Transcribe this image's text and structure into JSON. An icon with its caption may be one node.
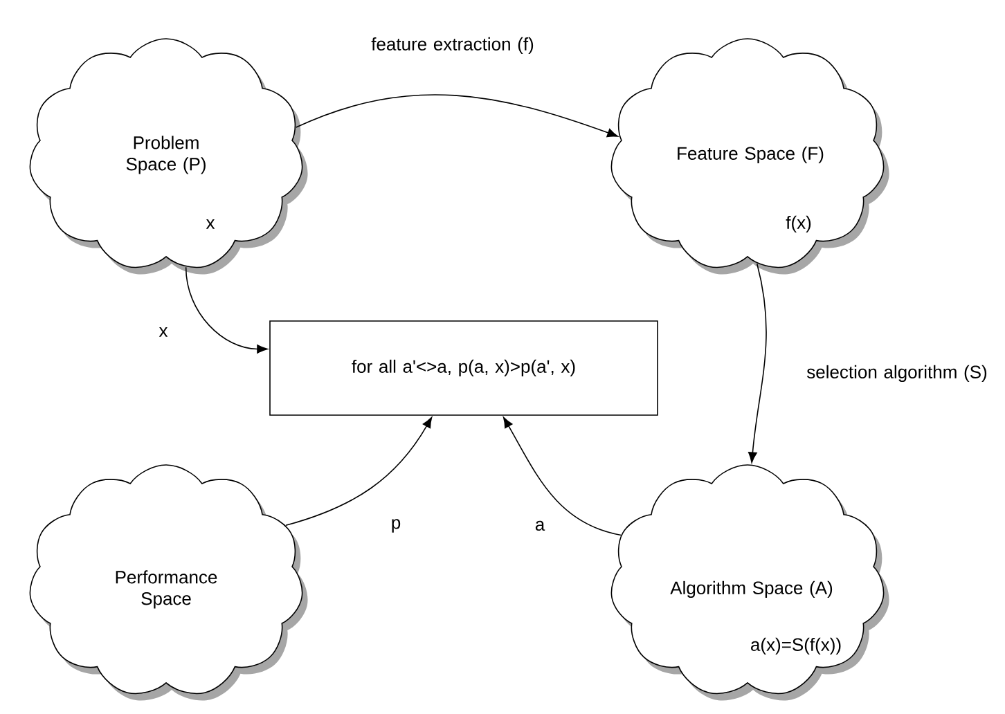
{
  "diagram": {
    "nodes": [
      {
        "text": [
          "Problem Space (P)",
          "x"
        ]
      },
      {
        "text": [
          "Feature Space (F)",
          "f(x)"
        ]
      },
      {
        "text": [
          "for all a'<>a, p(a, x)>p(a', x)"
        ]
      },
      {
        "text": [
          "Performance Space"
        ]
      },
      {
        "text": [
          "Algorithm Space (A)",
          "a(x)=S(f(x))"
        ]
      }
    ],
    "edges": [
      {
        "from": 0,
        "to": 1,
        "arrow": "to",
        "label": "feature extraction (f)"
      },
      {
        "from": 0,
        "to": 2,
        "arrow": "to",
        "label": "x"
      },
      {
        "from": 1,
        "to": 4,
        "arrow": "to",
        "label": "selection algorithm (S)"
      },
      {
        "from": 3,
        "to": 2,
        "arrow": "to",
        "label": "p"
      },
      {
        "from": 4,
        "to": 2,
        "arrow": "to",
        "label": "a"
      }
    ]
  }
}
